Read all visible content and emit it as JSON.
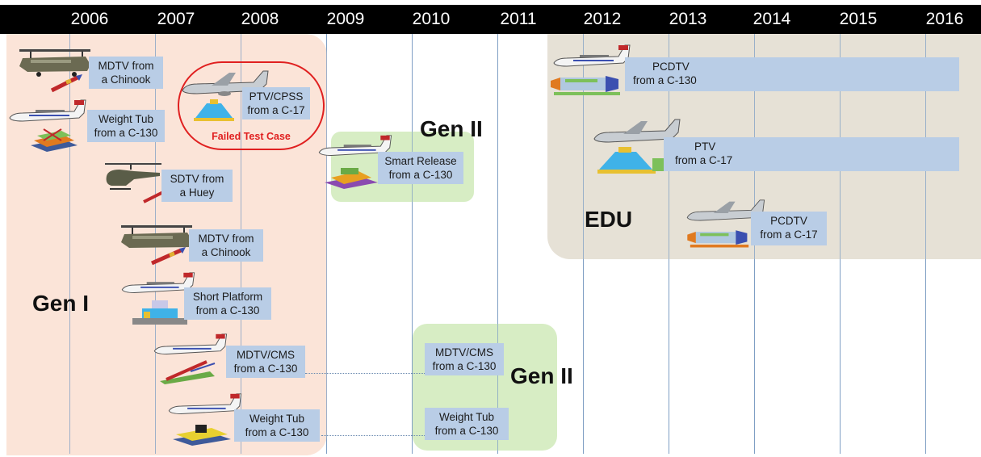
{
  "timeline": {
    "years": [
      "2006",
      "2007",
      "2008",
      "2009",
      "2010",
      "2011",
      "2012",
      "2013",
      "2014",
      "2015",
      "2016"
    ]
  },
  "groups": {
    "gen1": "Gen I",
    "gen2_top": "Gen II",
    "gen2_bottom": "Gen II",
    "edu": "EDU"
  },
  "tests": {
    "mdtv_chinook_1": [
      "MDTV from",
      "a Chinook"
    ],
    "weight_tub_1": [
      "Weight Tub",
      "from a C-130"
    ],
    "ptv_cpss": [
      "PTV/CPSS",
      "from a C-17"
    ],
    "sdtv_huey": [
      "SDTV from",
      "a Huey"
    ],
    "mdtv_chinook_2": [
      "MDTV from",
      "a Chinook"
    ],
    "short_platform": [
      "Short Platform",
      "from a C-130"
    ],
    "mdtv_cms_1": [
      "MDTV/CMS",
      "from a C-130"
    ],
    "weight_tub_2": [
      "Weight Tub",
      "from a C-130"
    ],
    "smart_release": [
      "Smart Release",
      "from a C-130"
    ],
    "mdtv_cms_2": [
      "MDTV/CMS",
      "from a C-130"
    ],
    "weight_tub_3": [
      "Weight Tub",
      "from a C-130"
    ],
    "pcdtv_c130": [
      "PCDTV",
      "from a C-130"
    ],
    "ptv_c17": [
      "PTV",
      "from a C-17"
    ],
    "pcdtv_c17": [
      "PCDTV",
      "from a C-17"
    ]
  },
  "annotations": {
    "failed": "Failed Test Case"
  },
  "colors": {
    "gen1_fill": "#fbe4d8",
    "gen2_fill": "#d7edc4",
    "edu_fill": "#e6e1d6",
    "label_fill": "#b9cde6",
    "failed_red": "#e02020",
    "header": "#000000"
  },
  "icons": {
    "chinook": "chinook-helicopter-icon",
    "huey": "huey-helicopter-icon",
    "c130": "c130-aircraft-icon",
    "c17": "c17-aircraft-icon",
    "capsule": "capsule-test-vehicle-icon",
    "dart": "dart-test-vehicle-icon",
    "platform": "drop-platform-icon"
  }
}
